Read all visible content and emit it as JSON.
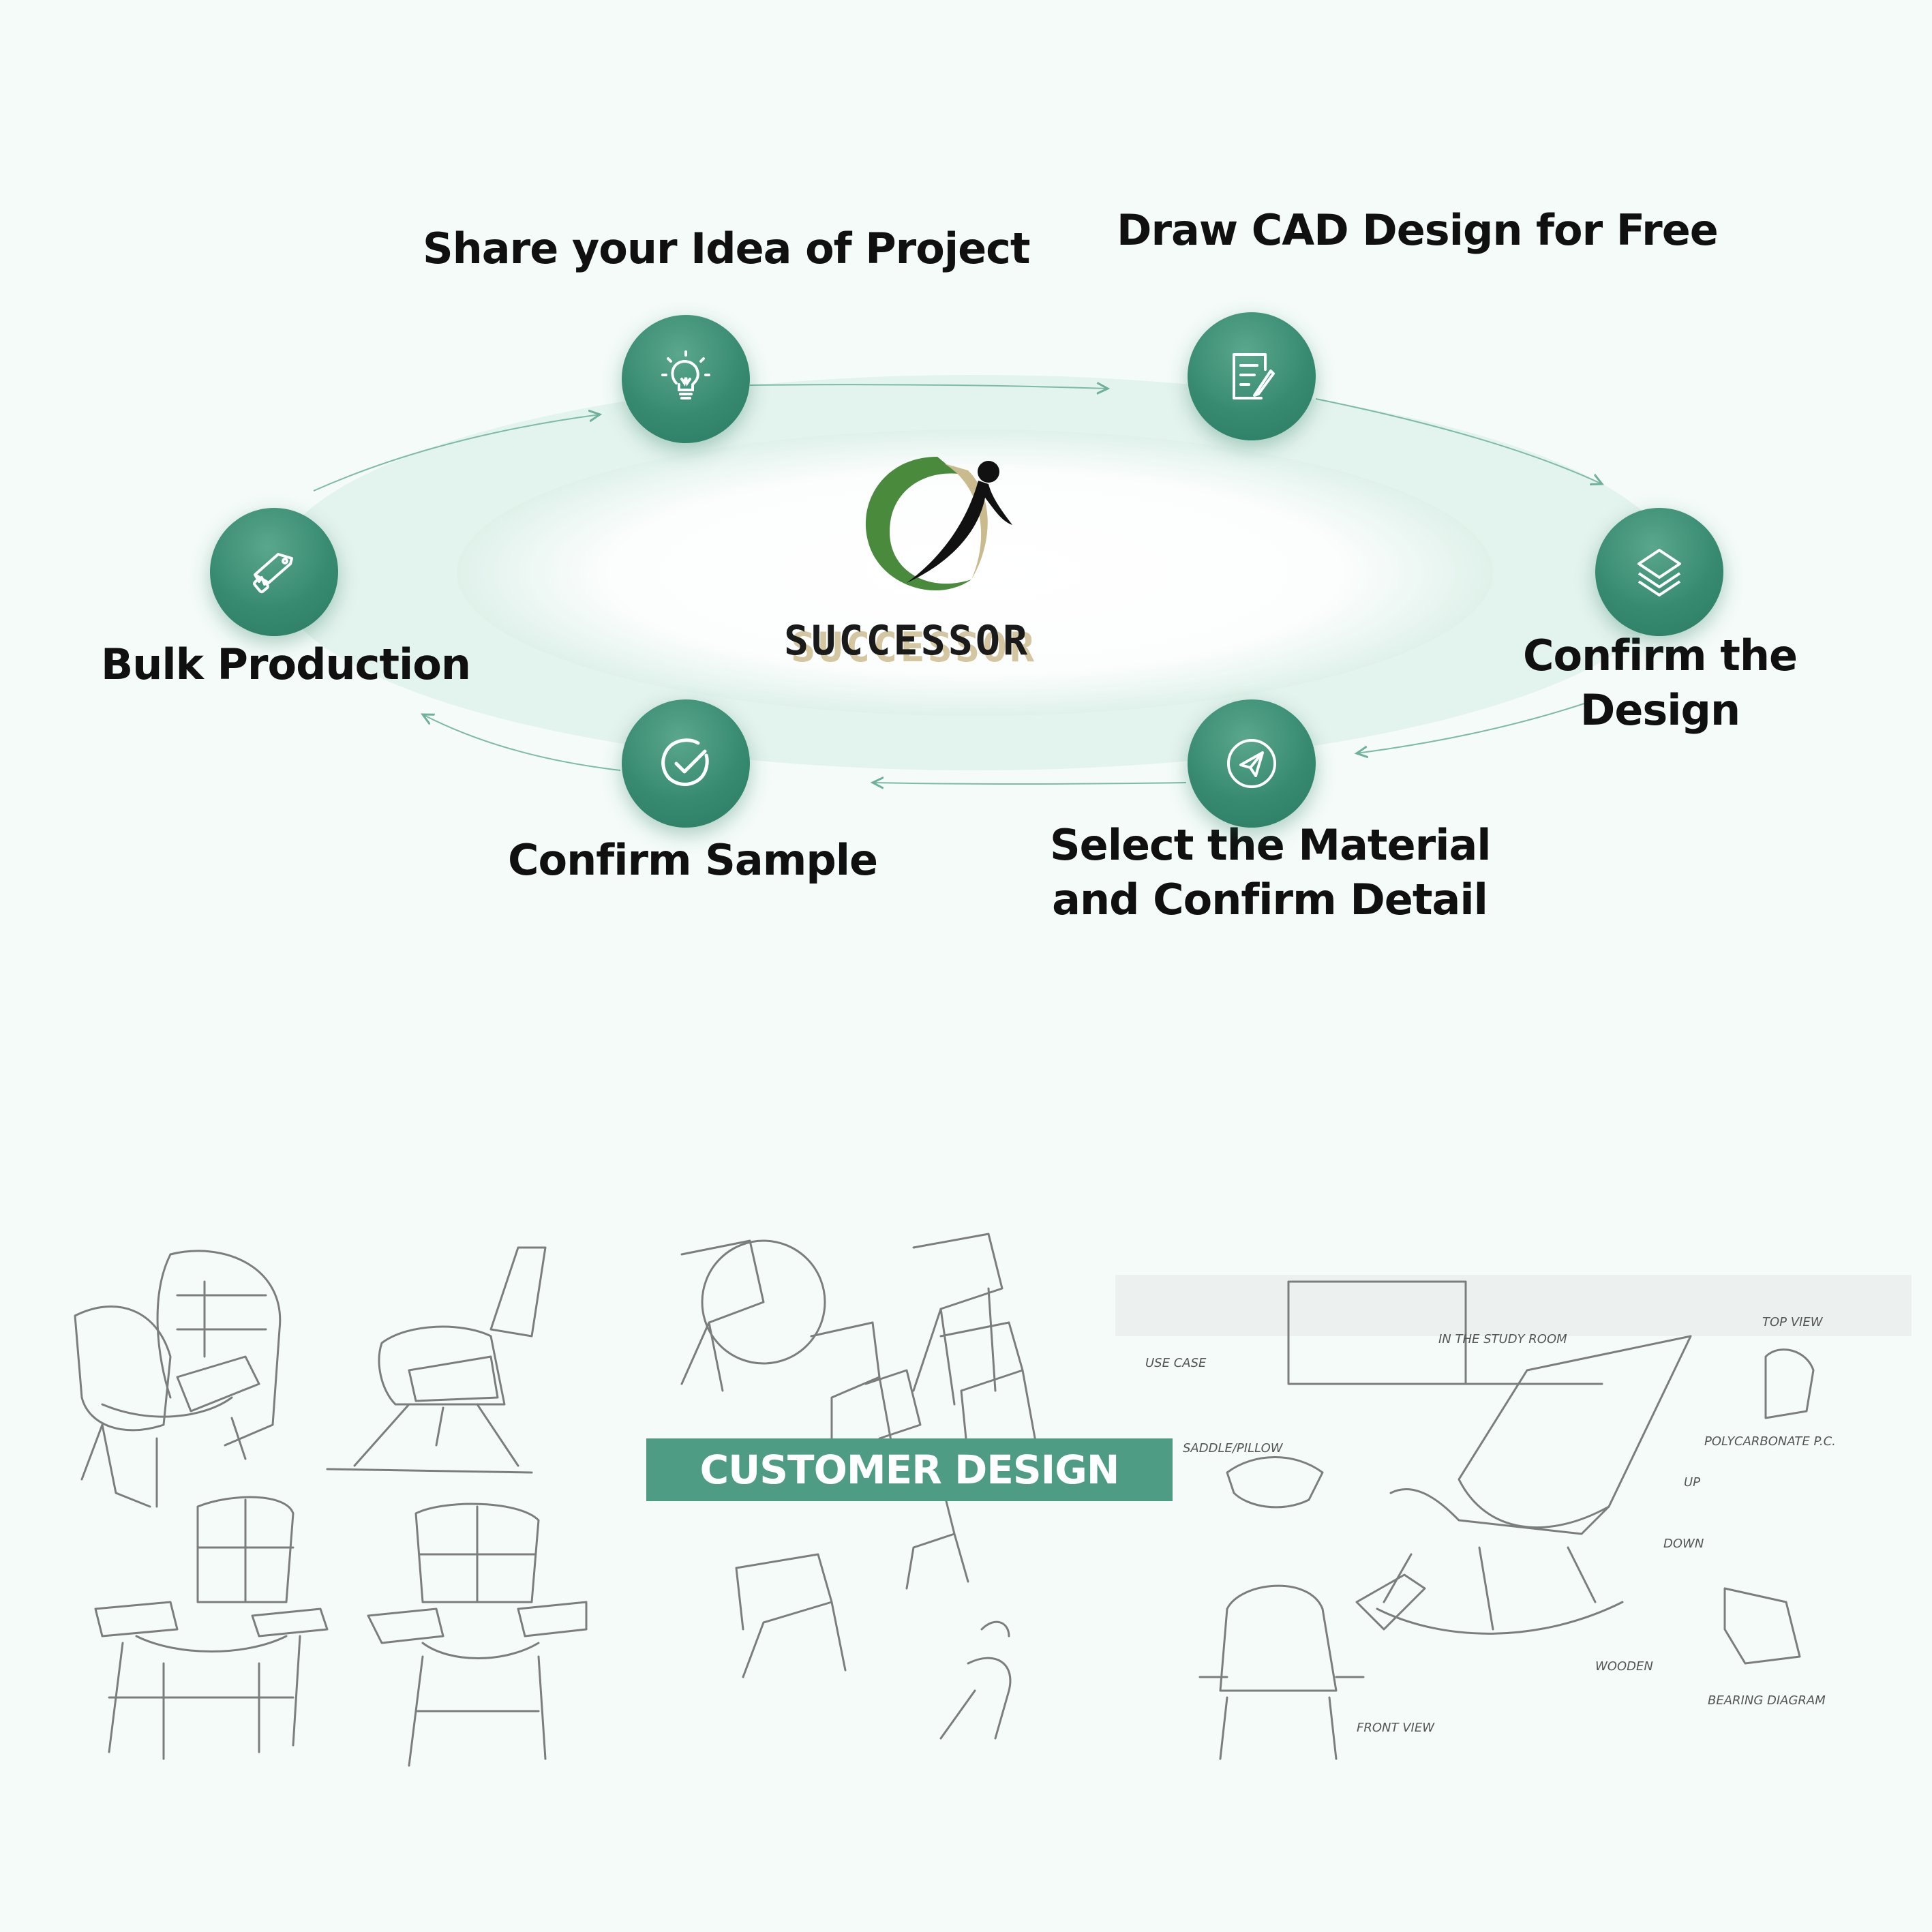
{
  "steps": [
    {
      "id": "share",
      "label": "Share your Idea of Project",
      "icon": "lightbulb-icon"
    },
    {
      "id": "cad",
      "label": "Draw CAD Design for Free",
      "icon": "document-edit-icon"
    },
    {
      "id": "confirm_design",
      "label_line1": "Confirm the",
      "label_line2": "Design",
      "icon": "layers-icon"
    },
    {
      "id": "material",
      "label_line1": "Select the Material",
      "label_line2": "and Confirm Detail",
      "icon": "paper-plane-icon"
    },
    {
      "id": "sample",
      "label": "Confirm Sample",
      "icon": "check-circle-icon"
    },
    {
      "id": "bulk",
      "label": "Bulk Production",
      "icon": "saw-icon"
    }
  ],
  "logo": {
    "text": "SUCCESSOR"
  },
  "banner": {
    "label": "CUSTOMER DESIGN"
  },
  "sketch_notes": {
    "top_view": "TOP VIEW",
    "use_case": "USE CASE",
    "study_room": "IN THE STUDY ROOM",
    "saddle": "SADDLE/PILLOW",
    "polycarbonate": "POLYCARBONATE P.C.",
    "up": "UP",
    "down": "DOWN",
    "wooden": "WOODEN",
    "front_view": "FRONT VIEW",
    "bearing": "BEARING DIAGRAM"
  },
  "colors": {
    "accent": "#378a70",
    "banner": "#4f9c84",
    "background": "#f4fbf8"
  }
}
